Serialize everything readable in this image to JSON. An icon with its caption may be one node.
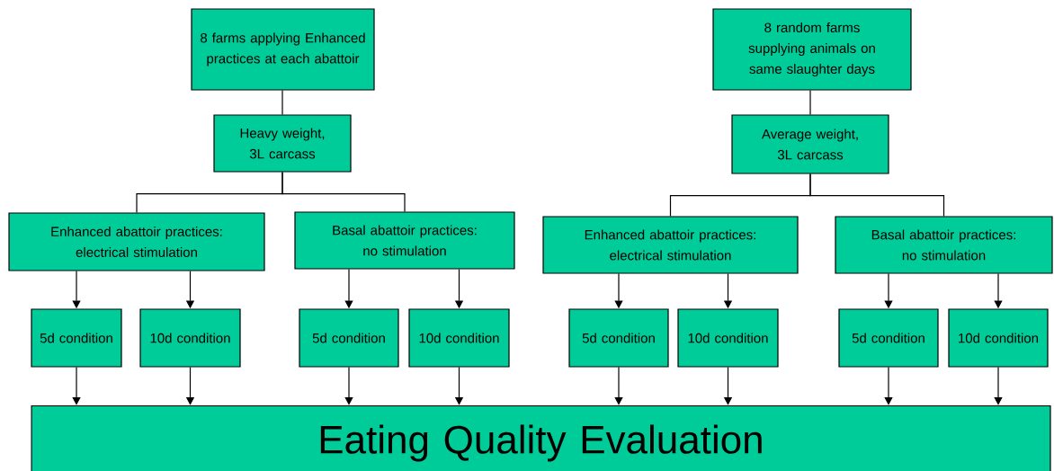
{
  "diagram": {
    "nodes": [
      {
        "text": [
          "8 farms applying Enhanced practices at each abattoir"
        ]
      },
      {
        "text": [
          "8 random farms supplying animals on same slaughter days"
        ]
      },
      {
        "text": [
          "Heavy weight, 3L carcass"
        ]
      },
      {
        "text": [
          "Average weight, 3L carcass"
        ]
      },
      {
        "text": [
          "Enhanced abattoir practices: electrical stimulation"
        ]
      },
      {
        "text": [
          "Basal abattoir practices: no stimulation"
        ]
      },
      {
        "text": [
          "Enhanced abattoir practices: electrical stimulation"
        ]
      },
      {
        "text": [
          "Basal abattoir practices: no stimulation"
        ]
      },
      {
        "text": [
          "5d condition"
        ]
      },
      {
        "text": [
          "10d condition"
        ]
      },
      {
        "text": [
          "5d condition"
        ]
      },
      {
        "text": [
          "10d condition"
        ]
      },
      {
        "text": [
          "5d condition"
        ]
      },
      {
        "text": [
          "10d condition"
        ]
      },
      {
        "text": [
          "5d condition"
        ]
      },
      {
        "text": [
          "10d condition"
        ]
      },
      {
        "text": [
          "Eating Quality Evaluation"
        ]
      }
    ],
    "edges": [
      {
        "from": 0,
        "to": 2,
        "arrow": "none"
      },
      {
        "from": 1,
        "to": 3,
        "arrow": "none"
      },
      {
        "from": 2,
        "to": 4,
        "arrow": "none"
      },
      {
        "from": 2,
        "to": 5,
        "arrow": "none"
      },
      {
        "from": 3,
        "to": 6,
        "arrow": "none"
      },
      {
        "from": 3,
        "to": 7,
        "arrow": "none"
      },
      {
        "from": 4,
        "to": 8,
        "arrow": "to"
      },
      {
        "from": 4,
        "to": 9,
        "arrow": "to"
      },
      {
        "from": 5,
        "to": 10,
        "arrow": "to"
      },
      {
        "from": 5,
        "to": 11,
        "arrow": "to"
      },
      {
        "from": 6,
        "to": 12,
        "arrow": "to"
      },
      {
        "from": 6,
        "to": 13,
        "arrow": "to"
      },
      {
        "from": 7,
        "to": 14,
        "arrow": "to"
      },
      {
        "from": 7,
        "to": 15,
        "arrow": "to"
      },
      {
        "from": 8,
        "to": 16,
        "arrow": "to"
      },
      {
        "from": 9,
        "to": 16,
        "arrow": "to"
      },
      {
        "from": 10,
        "to": 16,
        "arrow": "to"
      },
      {
        "from": 11,
        "to": 16,
        "arrow": "to"
      },
      {
        "from": 12,
        "to": 16,
        "arrow": "to"
      },
      {
        "from": 13,
        "to": 16,
        "arrow": "to"
      },
      {
        "from": 14,
        "to": 16,
        "arrow": "to"
      },
      {
        "from": 15,
        "to": 16,
        "arrow": "to"
      }
    ]
  }
}
